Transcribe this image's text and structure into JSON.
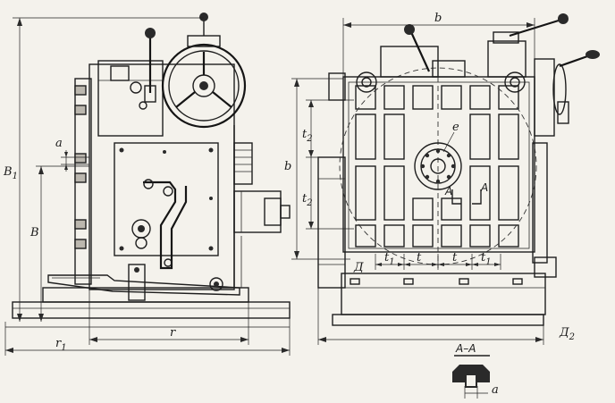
{
  "labels": {
    "B1": "B",
    "B1_sub": "1",
    "B": "B",
    "a_left": "a",
    "r1": "r",
    "r1_sub": "1",
    "r": "r",
    "b": "b",
    "b_small": "b",
    "t2_top": "t",
    "t2_top_sub": "2",
    "t2_bottom": "t",
    "t2_bottom_sub": "2",
    "e": "e",
    "A_left": "A",
    "A_right": "A",
    "D": "Д",
    "t1_left": "t",
    "t1_left_sub": "1",
    "t_left": "t",
    "t_right": "t",
    "t1_right": "t",
    "t1_right_sub": "1",
    "D2": "Д",
    "D2_sub": "2",
    "section": "A–A",
    "a_section": "a"
  }
}
